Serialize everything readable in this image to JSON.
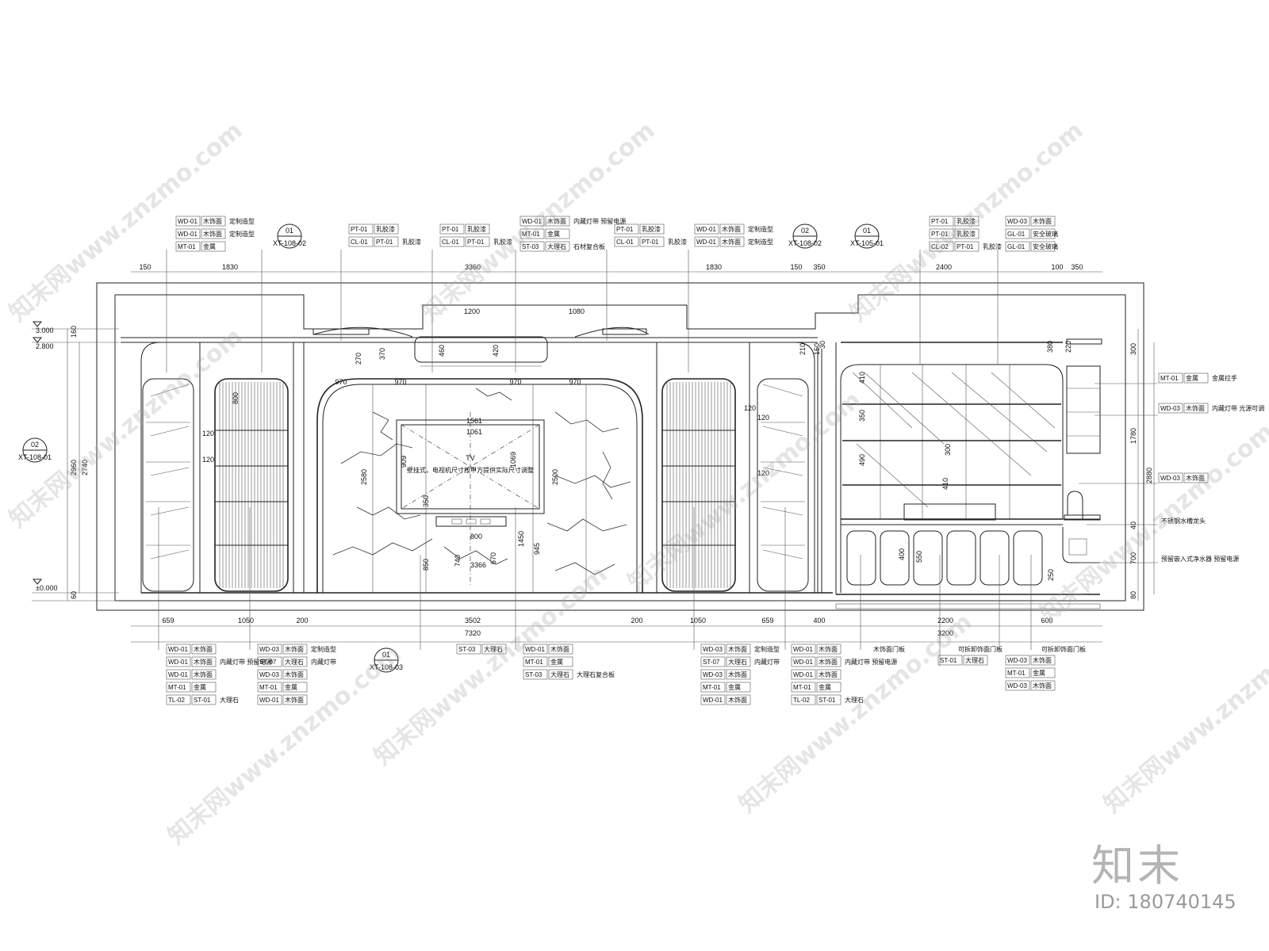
{
  "elevation": {
    "levels": [
      "3.000",
      "2.800",
      "±0.000"
    ],
    "tv_label": "TV",
    "tv_note": "壁挂式，电视机尺寸按甲方提供实际尺寸调整"
  },
  "section_markers": [
    {
      "num": "01",
      "ref": "XT-108-02"
    },
    {
      "num": "02",
      "ref": "XT-108-02"
    },
    {
      "num": "01",
      "ref": "XT-105-01"
    },
    {
      "num": "02",
      "ref": "XT-108-01"
    },
    {
      "num": "01",
      "ref": "XT-108-03"
    }
  ],
  "top_dims": [
    "150",
    "1830",
    "3360",
    "1830",
    "150",
    "350",
    "2400",
    "100",
    "350",
    "1200",
    "1080",
    "970",
    "970",
    "970",
    "970"
  ],
  "bottom_dims": [
    "659",
    "1050",
    "200",
    "3502",
    "7320",
    "200",
    "1050",
    "659",
    "400",
    "2200",
    "3200",
    "600"
  ],
  "left_dims": [
    "160",
    "2960",
    "2740",
    "60"
  ],
  "right_dims": [
    "300",
    "1780",
    "2880",
    "40",
    "700",
    "80"
  ],
  "inner_dims": [
    "1561",
    "1061",
    "909",
    "350",
    "1069",
    "2500",
    "2580",
    "1450",
    "945",
    "800",
    "850",
    "740",
    "3366",
    "670",
    "120",
    "120",
    "120",
    "120",
    "410",
    "350",
    "490",
    "410",
    "300",
    "400",
    "550",
    "250",
    "220",
    "380",
    "150",
    "30",
    "210",
    "270",
    "370",
    "460",
    "420",
    "800",
    "120"
  ],
  "label_groups": [
    {
      "id": "top-g1",
      "rows": [
        [
          "WD-01",
          "木饰面",
          "定制造型"
        ],
        [
          "WD-01",
          "木饰面",
          "定制造型"
        ],
        [
          "MT-01",
          "金属",
          ""
        ]
      ]
    },
    {
      "id": "top-g2",
      "rows": [
        [
          "PT-01",
          "乳胶漆",
          ""
        ],
        [
          "CL-01",
          "PT-01",
          "乳胶漆"
        ]
      ]
    },
    {
      "id": "top-g3",
      "rows": [
        [
          "PT-01",
          "乳胶漆",
          ""
        ],
        [
          "CL-01",
          "PT-01",
          "乳胶漆"
        ]
      ]
    },
    {
      "id": "top-g4",
      "rows": [
        [
          "WD-01",
          "木饰面",
          "内藏灯带 预留电源"
        ],
        [
          "MT-01",
          "金属",
          ""
        ],
        [
          "ST-03",
          "大理石",
          "石材复合板"
        ]
      ]
    },
    {
      "id": "top-g5",
      "rows": [
        [
          "PT-01",
          "乳胶漆",
          ""
        ],
        [
          "CL-01",
          "PT-01",
          "乳胶漆"
        ]
      ]
    },
    {
      "id": "top-g6",
      "rows": [
        [
          "WD-01",
          "木饰面",
          "定制造型"
        ],
        [
          "WD-01",
          "木饰面",
          "定制造型"
        ]
      ]
    },
    {
      "id": "top-g7",
      "rows": [
        [
          "PT-01",
          "乳胶漆",
          ""
        ],
        [
          "PT-01",
          "乳胶漆",
          ""
        ],
        [
          "CL-02",
          "PT-01",
          "乳胶漆"
        ]
      ]
    },
    {
      "id": "top-g8",
      "rows": [
        [
          "WD-03",
          "木饰面",
          ""
        ],
        [
          "GL-01",
          "安全玻璃",
          ""
        ],
        [
          "GL-01",
          "安全玻璃",
          ""
        ]
      ]
    },
    {
      "id": "right-g1",
      "rows": [
        [
          "MT-01",
          "金属",
          "金属拉手"
        ]
      ]
    },
    {
      "id": "right-g2",
      "rows": [
        [
          "WD-03",
          "木饰面",
          "内藏灯带 光源可调"
        ]
      ]
    },
    {
      "id": "right-g3",
      "rows": [
        [
          "WD-03",
          "木饰面",
          ""
        ]
      ]
    },
    {
      "id": "right-g4",
      "rows": [
        [
          "",
          "",
          "不锈钢水槽龙头"
        ]
      ]
    },
    {
      "id": "right-g5",
      "rows": [
        [
          "",
          "",
          "预留嵌入式净水器 预留电源"
        ]
      ]
    },
    {
      "id": "bot-g1",
      "rows": [
        [
          "WD-01",
          "木饰面",
          ""
        ],
        [
          "WD-01",
          "木饰面",
          "内藏灯带 预留电源"
        ],
        [
          "WD-01",
          "木饰面",
          ""
        ],
        [
          "MT-01",
          "金属",
          ""
        ],
        [
          "TL-02",
          "ST-01",
          "大理石"
        ]
      ]
    },
    {
      "id": "bot-g2",
      "rows": [
        [
          "WD-03",
          "木饰面",
          "定制造型"
        ],
        [
          "ST-07",
          "大理石",
          "内藏灯带"
        ],
        [
          "WD-03",
          "木饰面",
          ""
        ],
        [
          "MT-01",
          "金属",
          ""
        ],
        [
          "WD-01",
          "木饰面",
          ""
        ]
      ]
    },
    {
      "id": "bot-g3",
      "rows": [
        [
          "ST-03",
          "大理石",
          ""
        ]
      ]
    },
    {
      "id": "bot-g4",
      "rows": [
        [
          "WD-01",
          "木饰面",
          ""
        ],
        [
          "MT-01",
          "金属",
          ""
        ],
        [
          "ST-03",
          "大理石",
          "大理石复合板"
        ]
      ]
    },
    {
      "id": "bot-g5",
      "rows": [
        [
          "WD-03",
          "木饰面",
          "定制造型"
        ],
        [
          "ST-07",
          "大理石",
          "内藏灯带"
        ],
        [
          "WD-03",
          "木饰面",
          ""
        ],
        [
          "MT-01",
          "金属",
          ""
        ],
        [
          "WD-01",
          "木饰面",
          ""
        ]
      ]
    },
    {
      "id": "bot-g6",
      "rows": [
        [
          "WD-01",
          "木饰面",
          ""
        ],
        [
          "WD-01",
          "木饰面",
          "内藏灯带 预留电源"
        ],
        [
          "WD-01",
          "木饰面",
          ""
        ],
        [
          "MT-01",
          "金属",
          ""
        ],
        [
          "TL-02",
          "ST-01",
          "大理石"
        ]
      ]
    },
    {
      "id": "bot-g7",
      "rows": [
        [
          "",
          "",
          "木饰面门板"
        ]
      ]
    },
    {
      "id": "bot-g8",
      "rows": [
        [
          "ST-01",
          "大理石",
          ""
        ]
      ]
    },
    {
      "id": "bot-g9",
      "rows": [
        [
          "",
          "",
          "可拆卸饰面门板"
        ]
      ]
    },
    {
      "id": "bot-g10",
      "rows": [
        [
          "",
          "",
          "可拆卸饰面门板"
        ]
      ]
    },
    {
      "id": "bot-g11",
      "rows": [
        [
          "WD-03",
          "木饰面",
          ""
        ],
        [
          "MT-01",
          "金属",
          ""
        ],
        [
          "WD-03",
          "木饰面",
          ""
        ]
      ]
    }
  ],
  "watermark_text": "知末网www.znzmo.com",
  "brand_logo": "知末",
  "image_id": "ID: 180740145"
}
